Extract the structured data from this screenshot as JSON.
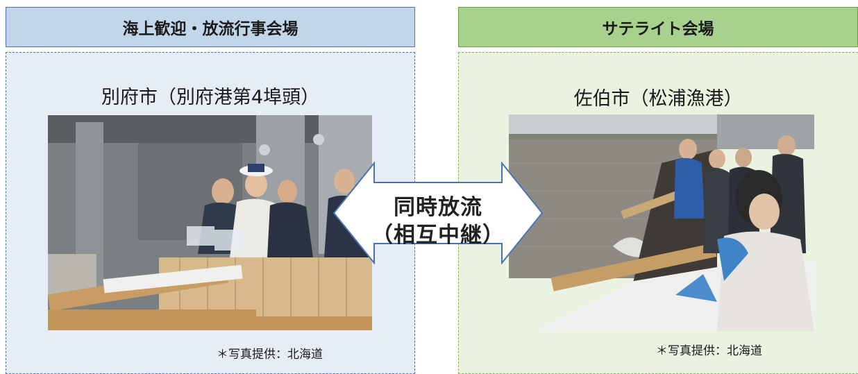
{
  "left": {
    "header": "海上歓迎・放流行事会場",
    "venue": "別府市（別府港第4埠頭）",
    "credit": "＊写真提供：北海道"
  },
  "right": {
    "header": "サテライト会場",
    "venue": "佐伯市（松浦漁港）",
    "credit": "＊写真提供：北海道"
  },
  "arrow": {
    "line1": "同時放流",
    "line2": "（相互中継）"
  },
  "colors": {
    "left_header_bg": "#c2d6ea",
    "left_border": "#4a73b3",
    "left_body_bg": "#e6edf7",
    "right_header_bg": "#a9d18e",
    "right_border": "#7fae57",
    "right_body_bg": "#eaf2e0"
  }
}
